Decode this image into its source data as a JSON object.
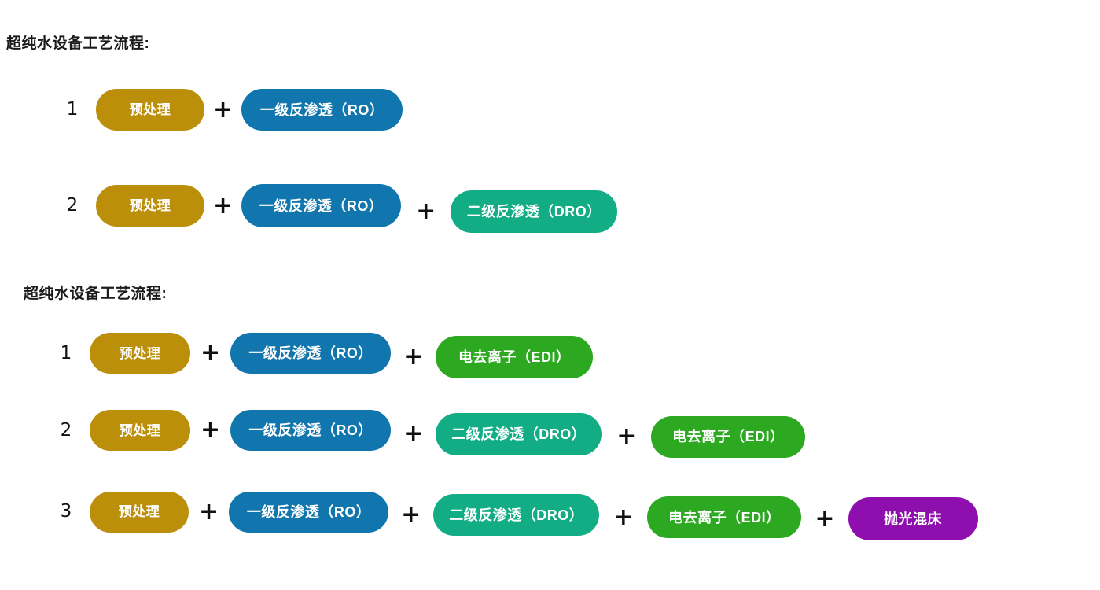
{
  "colors": {
    "pretreatment": "#BC8F0B",
    "ro": "#1276AE",
    "dro": "#12AD85",
    "edi": "#2CA821",
    "polish": "#8E0FAE",
    "text": "#111111",
    "pill_text": "#FFFFFF",
    "background": "#FFFFFF"
  },
  "plus_symbol": "+",
  "sections": [
    {
      "header": "超纯水设备工艺流程:",
      "rows": [
        {
          "number": "1",
          "pills": [
            {
              "label": "预处理",
              "color_key": "pretreatment"
            },
            {
              "label": "一级反渗透（RO）",
              "color_key": "ro"
            }
          ]
        },
        {
          "number": "2",
          "pills": [
            {
              "label": "预处理",
              "color_key": "pretreatment"
            },
            {
              "label": "一级反渗透（RO）",
              "color_key": "ro"
            },
            {
              "label": "二级反渗透（DRO）",
              "color_key": "dro"
            }
          ]
        }
      ]
    },
    {
      "header": "超纯水设备工艺流程:",
      "rows": [
        {
          "number": "1",
          "pills": [
            {
              "label": "预处理",
              "color_key": "pretreatment"
            },
            {
              "label": "一级反渗透（RO）",
              "color_key": "ro"
            },
            {
              "label": "电去离子（EDI）",
              "color_key": "edi"
            }
          ]
        },
        {
          "number": "2",
          "pills": [
            {
              "label": "预处理",
              "color_key": "pretreatment"
            },
            {
              "label": "一级反渗透（RO）",
              "color_key": "ro"
            },
            {
              "label": "二级反渗透（DRO）",
              "color_key": "dro"
            },
            {
              "label": "电去离子（EDI）",
              "color_key": "edi"
            }
          ]
        },
        {
          "number": "3",
          "pills": [
            {
              "label": "预处理",
              "color_key": "pretreatment"
            },
            {
              "label": "一级反渗透（RO）",
              "color_key": "ro"
            },
            {
              "label": "二级反渗透（DRO）",
              "color_key": "dro"
            },
            {
              "label": "电去离子（EDI）",
              "color_key": "edi"
            },
            {
              "label": "抛光混床",
              "color_key": "polish"
            }
          ]
        }
      ]
    }
  ]
}
